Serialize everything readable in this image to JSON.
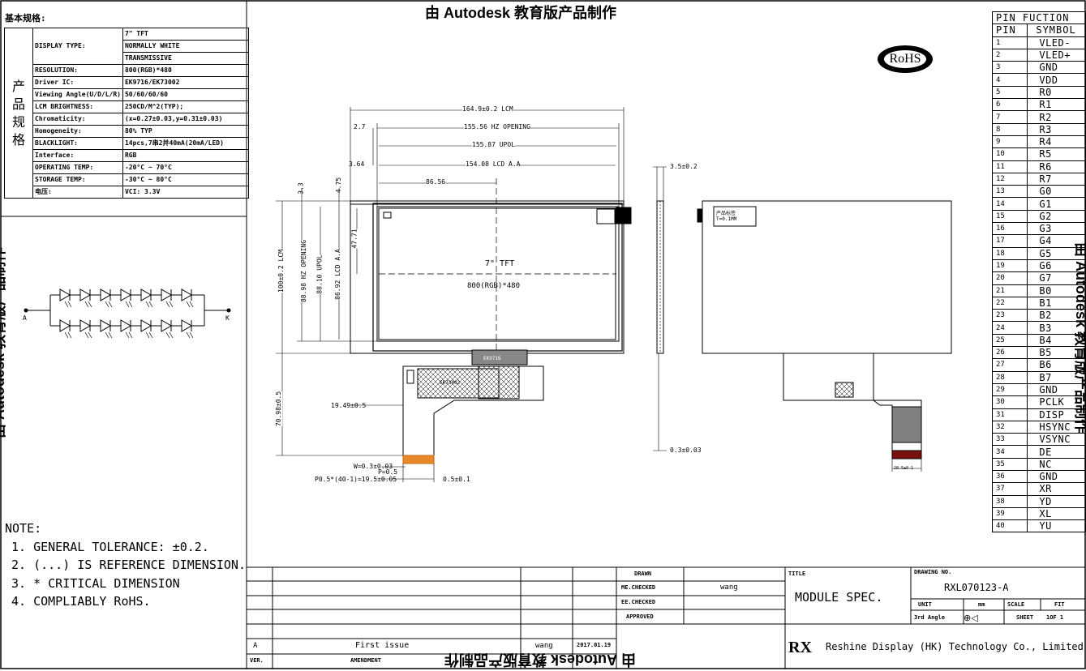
{
  "watermark": "由 Autodesk 教育版产品制作",
  "spec": {
    "title": "基本规格:",
    "category": [
      "产",
      "品",
      "规",
      "格"
    ],
    "rows": [
      {
        "label": "DISPLAY TYPE:",
        "values": [
          "7\" TFT",
          "NORMALLY WHITE",
          "TRANSMISSIVE"
        ]
      },
      {
        "label": "RESOLUTION:",
        "values": [
          "800(RGB)*480"
        ]
      },
      {
        "label": "Driver IC:",
        "values": [
          "EK9716/EK73002"
        ]
      },
      {
        "label": "Viewing Angle(U/D/L/R)",
        "values": [
          "50/60/60/60"
        ]
      },
      {
        "label": "LCM BRIGHTNESS:",
        "values": [
          "250CD/M^2(TYP);"
        ]
      },
      {
        "label": "Chromaticity:",
        "values": [
          "(x=0.27±0.03,y=0.31±0.03)"
        ]
      },
      {
        "label": "Homogeneity:",
        "values": [
          "80% TYP"
        ]
      },
      {
        "label": "BLACKLIGHT:",
        "values": [
          "14pcs,7串2并40mA(20mA/LED)"
        ]
      },
      {
        "label": "Interface:",
        "values": [
          "RGB"
        ]
      },
      {
        "label": "OPERATING TEMP:",
        "values": [
          "-20°C ~ 70°C"
        ]
      },
      {
        "label": "STORAGE TEMP:",
        "values": [
          "-30°C ~ 80°C"
        ]
      },
      {
        "label": "电压:",
        "values": [
          "VCI: 3.3V"
        ]
      }
    ]
  },
  "circuit": {
    "anode": "A",
    "cathode": "K"
  },
  "notes": {
    "title": "NOTE:",
    "items": [
      "1. GENERAL TOLERANCE: ±0.2.",
      "2. (...) IS REFERENCE DIMENSION.",
      "3. * CRITICAL DIMENSION",
      "4. COMPLIABLY RoHS."
    ]
  },
  "rohs": "RoHS",
  "pins": {
    "header": [
      "PIN",
      "FUCTION"
    ],
    "subheader": [
      "PIN",
      "SYMBOL"
    ],
    "rows": [
      [
        "1",
        "VLED-"
      ],
      [
        "2",
        "VLED+"
      ],
      [
        "3",
        "GND"
      ],
      [
        "4",
        "VDD"
      ],
      [
        "5",
        "R0"
      ],
      [
        "6",
        "R1"
      ],
      [
        "7",
        "R2"
      ],
      [
        "8",
        "R3"
      ],
      [
        "9",
        "R4"
      ],
      [
        "10",
        "R5"
      ],
      [
        "11",
        "R6"
      ],
      [
        "12",
        "R7"
      ],
      [
        "13",
        "G0"
      ],
      [
        "14",
        "G1"
      ],
      [
        "15",
        "G2"
      ],
      [
        "16",
        "G3"
      ],
      [
        "17",
        "G4"
      ],
      [
        "18",
        "G5"
      ],
      [
        "19",
        "G6"
      ],
      [
        "20",
        "G7"
      ],
      [
        "21",
        "B0"
      ],
      [
        "22",
        "B1"
      ],
      [
        "23",
        "B2"
      ],
      [
        "24",
        "B3"
      ],
      [
        "25",
        "B4"
      ],
      [
        "26",
        "B5"
      ],
      [
        "27",
        "B6"
      ],
      [
        "28",
        "B7"
      ],
      [
        "29",
        "GND"
      ],
      [
        "30",
        "PCLK"
      ],
      [
        "31",
        "DISP"
      ],
      [
        "32",
        "HSYNC"
      ],
      [
        "33",
        "VSYNC"
      ],
      [
        "34",
        "DE"
      ],
      [
        "35",
        "NC"
      ],
      [
        "36",
        "GND"
      ],
      [
        "37",
        "XR"
      ],
      [
        "38",
        "YD"
      ],
      [
        "39",
        "XL"
      ],
      [
        "40",
        "YU"
      ]
    ]
  },
  "dims": {
    "lcm_w": "164.9±0.2 LCM",
    "oz_w": "155.56 HZ OPENING",
    "upol_w": "155.87 UPOL",
    "aa_w": "154.08 LCD A.A",
    "left_27": "2.7",
    "left_364": "3.64",
    "center_x": "86.56",
    "v33": "3.3",
    "v475": "4.75",
    "v4771": "47.71",
    "h_lcm": "100±0.2 LCM",
    "h_oz": "88.98 HZ OPENING",
    "h_upol": "88.10 UPOL",
    "h_aa": "86.92 LCD A.A",
    "center_label_1": "7\" TFT",
    "center_label_2": "800(RGB)*480",
    "fpc_len": "70.98±0.5",
    "fpc_off": "19.49±0.5",
    "fpc_w": "W=0.3±0.03",
    "fpc_p": "P=0.5",
    "fpc_pitch": "P0.5*(40-1)=19.5±0.05",
    "fpc_t": "0.5±0.1",
    "side_t": "3.5±0.2",
    "side_03": "0.3±0.03",
    "back_w": "28.5±0.1",
    "ic_label": "EK9716",
    "chip_label": "EK73002",
    "back_label_1": "产品标签",
    "back_label_2": "T=0.1MM"
  },
  "title_block": {
    "rev_row": {
      "rev": "A",
      "desc": "First issue",
      "by": "wang",
      "date": "2017.01.19"
    },
    "rev_header": {
      "ver": "VER.",
      "amend": "AMENDMENT"
    },
    "drawn": "DRAWN",
    "me_checked": "ME.CHECKED",
    "ee_checked": "EE.CHECKED",
    "approved": "APPROVED",
    "checker": "wang",
    "title_label": "TITLE",
    "title": "MODULE SPEC.",
    "drawing_no_label": "DRAWING NO.",
    "drawing_no": "RXL070123-A",
    "unit_label": "UNIT",
    "unit": "mm",
    "scale_label": "SCALE",
    "scale": "FIT",
    "angle": "3rd Angle",
    "sheet": "SHEET",
    "sheet_of": "1OF 1",
    "company": "Reshine Display (HK) Technology Co., Limited",
    "logo": "RX"
  }
}
